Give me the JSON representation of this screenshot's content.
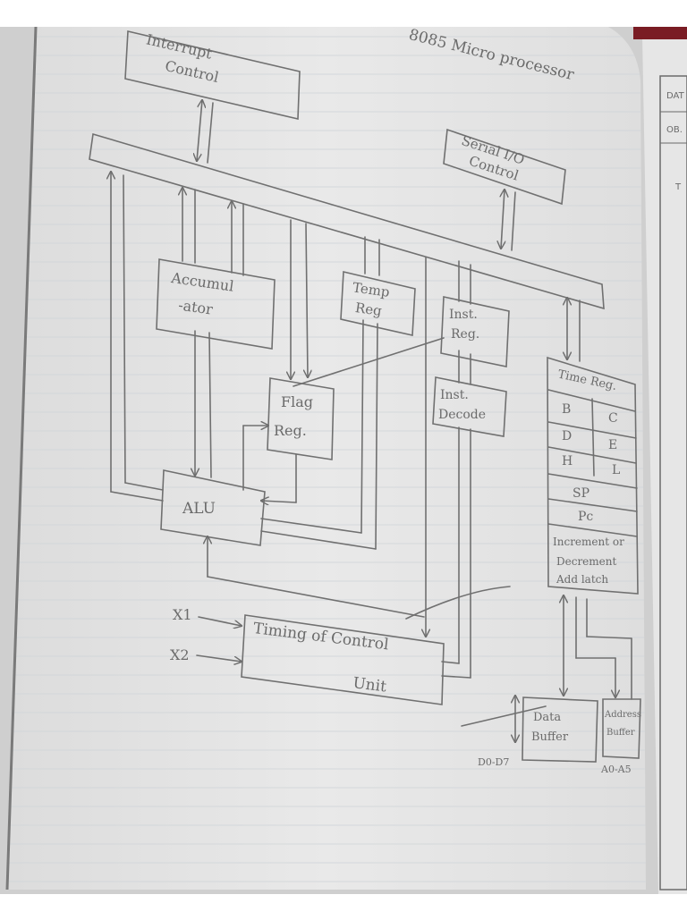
{
  "title": "8085 Micro processor",
  "blocks": {
    "interrupt_control": [
      "Interrupt",
      "Control"
    ],
    "serial_io_control": [
      "Serial I/O",
      "Control"
    ],
    "accumulator": [
      "Accumul",
      "-ator"
    ],
    "temp_reg": [
      "Temp",
      "Reg"
    ],
    "inst_reg": [
      "Inst.",
      "Reg."
    ],
    "flag_reg": [
      "Flag",
      "Reg."
    ],
    "inst_decode": [
      "Inst.",
      "Decode"
    ],
    "alu": "ALU",
    "timing_control": [
      "Timing of Control",
      "Unit"
    ],
    "data_buffer": [
      "Data",
      "Buffer"
    ],
    "address_buffer": [
      "Address",
      "Buffer"
    ]
  },
  "register_array": {
    "header": "Time Reg.",
    "pairs": [
      [
        "B",
        "C"
      ],
      [
        "D",
        "E"
      ],
      [
        "H",
        "L"
      ]
    ],
    "sp": "SP",
    "pc": "Pc",
    "latch": [
      "Increment or",
      "Decrement",
      "Add latch"
    ]
  },
  "inputs": {
    "x1": "X1",
    "x2": "X2"
  },
  "bus_labels": {
    "data": "D0-D7",
    "address": "A0-A5"
  },
  "side_page": [
    "DAT",
    "OB.",
    "T"
  ]
}
